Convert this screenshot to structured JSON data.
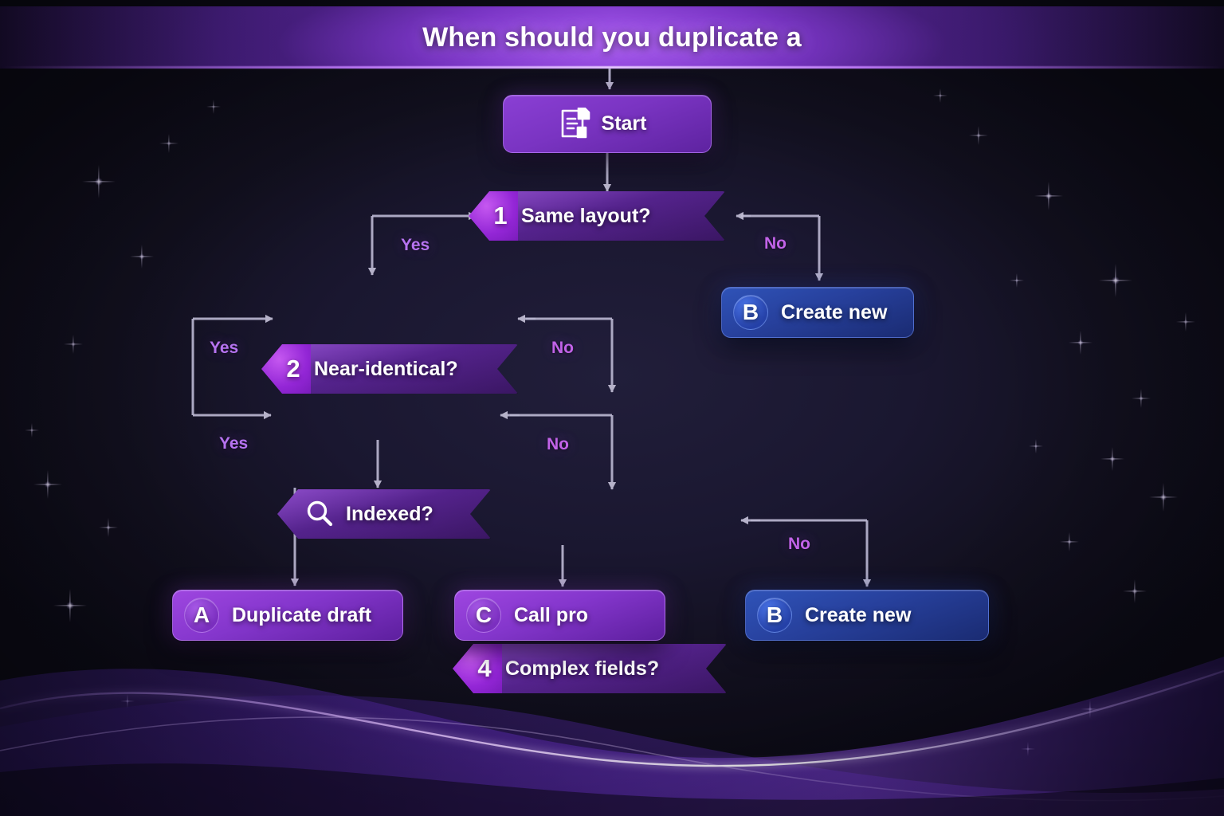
{
  "header": {
    "title": "When should you duplicate a"
  },
  "colors": {
    "accent_purple": "#8a3fd4",
    "accent_magenta": "#c558f0",
    "accent_blue": "#2f53b8",
    "label_yes": "#b673f0",
    "label_no": "#c263e8",
    "connector": "#b9b5cf",
    "background": "#1a1730"
  },
  "chart_data": {
    "type": "diagram",
    "title": "When should you duplicate a",
    "nodes": [
      {
        "id": "start",
        "kind": "terminal",
        "badge": "",
        "icon": "duplicate-document-icon",
        "label": "Start",
        "color": "purple"
      },
      {
        "id": "d1",
        "kind": "decision",
        "badge": "1",
        "icon": "",
        "label": "Same layout?",
        "color": "purple"
      },
      {
        "id": "d2",
        "kind": "decision",
        "badge": "2",
        "icon": "",
        "label": "Near-identical?",
        "color": "purple"
      },
      {
        "id": "d3",
        "kind": "decision",
        "badge": "",
        "icon": "search-icon",
        "label": "Indexed?",
        "color": "purple"
      },
      {
        "id": "d4",
        "kind": "decision",
        "badge": "4",
        "icon": "",
        "label": "Complex fields?",
        "color": "purple"
      },
      {
        "id": "bTop",
        "kind": "terminal",
        "badge": "B",
        "icon": "",
        "label": "Create new",
        "color": "blue"
      },
      {
        "id": "a",
        "kind": "terminal",
        "badge": "A",
        "icon": "",
        "label": "Duplicate draft",
        "color": "purple"
      },
      {
        "id": "c",
        "kind": "terminal",
        "badge": "C",
        "icon": "",
        "label": "Call pro",
        "color": "purple"
      },
      {
        "id": "bBot",
        "kind": "terminal",
        "badge": "B",
        "icon": "",
        "label": "Create new",
        "color": "blue"
      }
    ],
    "edges": [
      {
        "from": "start",
        "to": "d1",
        "label": ""
      },
      {
        "from": "d1",
        "to": "d2",
        "label": "Yes"
      },
      {
        "from": "d1",
        "to": "bTop",
        "label": "No"
      },
      {
        "from": "d2",
        "to": "d3",
        "label": "Yes"
      },
      {
        "from": "d2",
        "to": "d3",
        "label": "No"
      },
      {
        "from": "d3",
        "to": "d4",
        "label": "Yes"
      },
      {
        "from": "d3",
        "to": "d4",
        "label": "No"
      },
      {
        "from": "d4",
        "to": "a",
        "label": ""
      },
      {
        "from": "d4",
        "to": "c",
        "label": ""
      },
      {
        "from": "d4",
        "to": "bBot",
        "label": "No"
      }
    ]
  },
  "nodes": {
    "start": {
      "label": "Start",
      "badge": ""
    },
    "d1": {
      "label": "Same layout?",
      "badge": "1"
    },
    "d2": {
      "label": "Near-identical?",
      "badge": "2"
    },
    "d3": {
      "label": "Indexed?",
      "badge": ""
    },
    "d4": {
      "label": "Complex fields?",
      "badge": "4"
    },
    "b_top": {
      "label": "Create new",
      "badge": "B"
    },
    "a": {
      "label": "Duplicate draft",
      "badge": "A"
    },
    "c": {
      "label": "Call pro",
      "badge": "C"
    },
    "b_bot": {
      "label": "Create new",
      "badge": "B"
    }
  },
  "edge_labels": {
    "yes_1": "Yes",
    "no_1": "No",
    "yes_2": "Yes",
    "no_2": "No",
    "yes_3": "Yes",
    "no_3": "No",
    "no_4": "No"
  }
}
